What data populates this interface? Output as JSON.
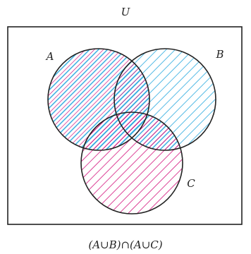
{
  "labels": {
    "universe": "U",
    "set_a": "A",
    "set_b": "B",
    "set_c": "C"
  },
  "caption": "(A∪B)∩(A∪C)",
  "colors": {
    "outline": "#222222",
    "hatch_blue": "#29a9df",
    "hatch_magenta": "#d4157e",
    "background": "#ffffff"
  }
}
